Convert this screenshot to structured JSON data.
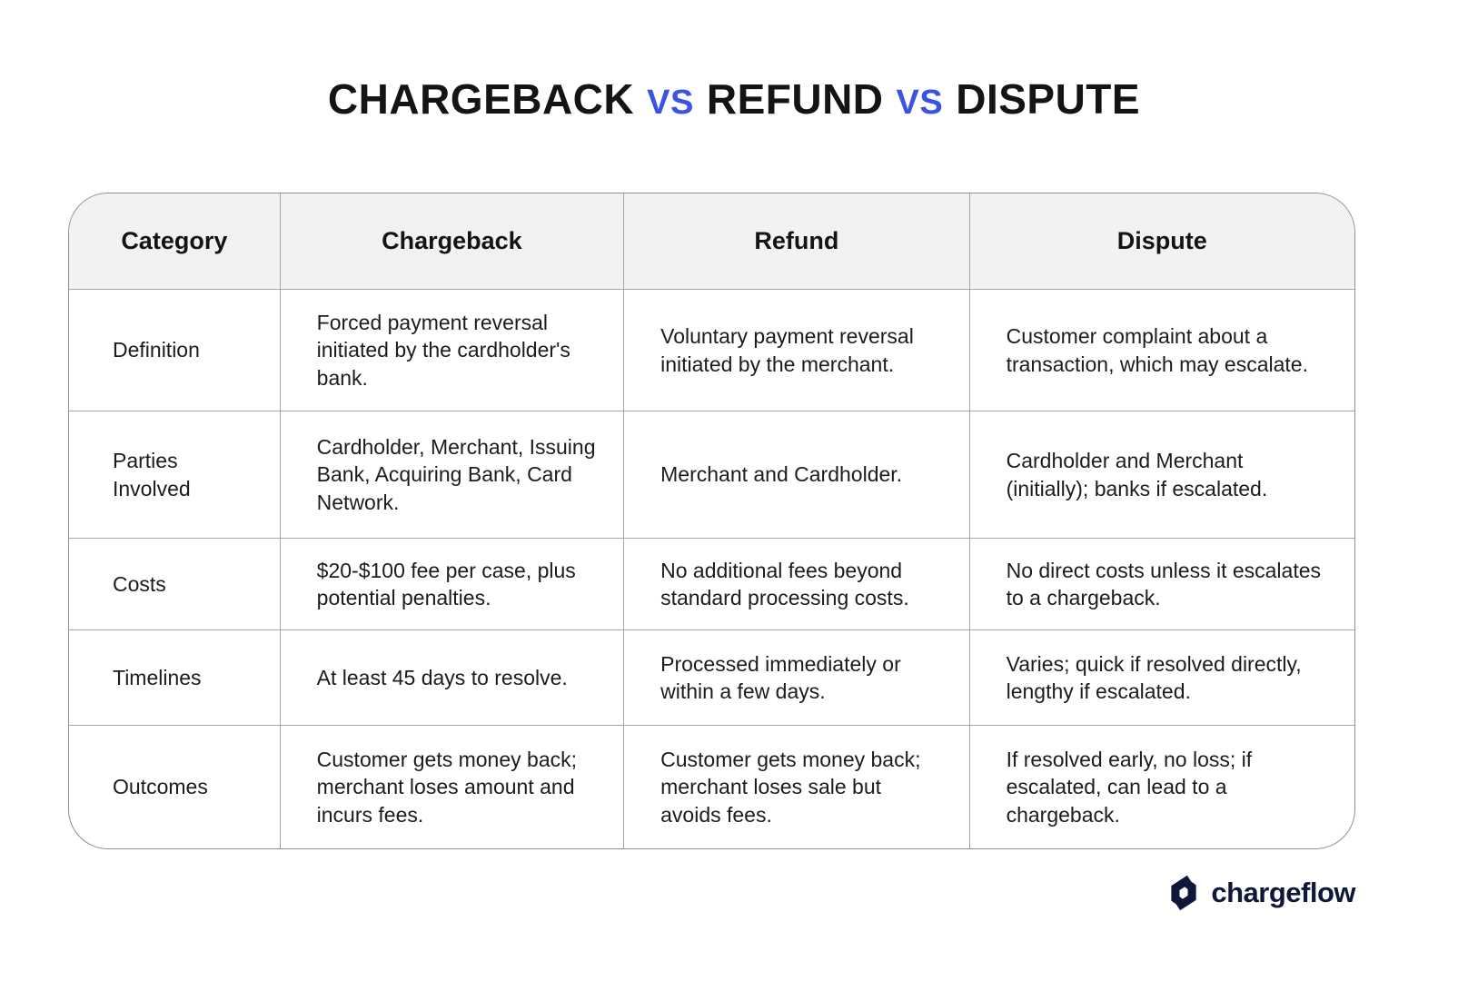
{
  "title": {
    "segments": [
      {
        "text": "CHARGEBACK"
      },
      {
        "text": "vs"
      },
      {
        "text": "REFUND"
      },
      {
        "text": "vs"
      },
      {
        "text": "DISPUTE"
      }
    ]
  },
  "colors": {
    "accent_blue": "#3a53e4",
    "title_black": "#141414",
    "header_bg": "#f2f2f2",
    "table_border": "#8f8f8f",
    "inner_border": "#a6a6a6",
    "body_text": "#1c1c1c",
    "logo_navy": "#10183a"
  },
  "table": {
    "headers": [
      "Category",
      "Chargeback",
      "Refund",
      "Dispute"
    ],
    "rows": [
      {
        "category": "Definition",
        "chargeback": "Forced payment reversal initiated by the cardholder's bank.",
        "refund": "Voluntary payment reversal initiated by the merchant.",
        "dispute": "Customer complaint about a transaction, which may escalate."
      },
      {
        "category": "Parties Involved",
        "chargeback": "Cardholder, Merchant, Issuing Bank, Acquiring Bank, Card Network.",
        "refund": "Merchant and Cardholder.",
        "dispute": "Cardholder and Merchant (initially); banks if escalated."
      },
      {
        "category": "Costs",
        "chargeback": "$20-$100 fee per case, plus potential penalties.",
        "refund": "No additional fees beyond standard processing costs.",
        "dispute": "No direct costs unless it escalates to a chargeback."
      },
      {
        "category": "Timelines",
        "chargeback": "At least 45 days to resolve.",
        "refund": "Processed immediately or within a few days.",
        "dispute": "Varies; quick if resolved directly, lengthy if escalated."
      },
      {
        "category": "Outcomes",
        "chargeback": "Customer gets money back; merchant loses amount and incurs fees.",
        "refund": "Customer gets money back; merchant loses sale but avoids fees.",
        "dispute": "If resolved early, no loss; if escalated, can lead to a chargeback."
      }
    ]
  },
  "footer": {
    "logo_text": "chargeflow"
  }
}
